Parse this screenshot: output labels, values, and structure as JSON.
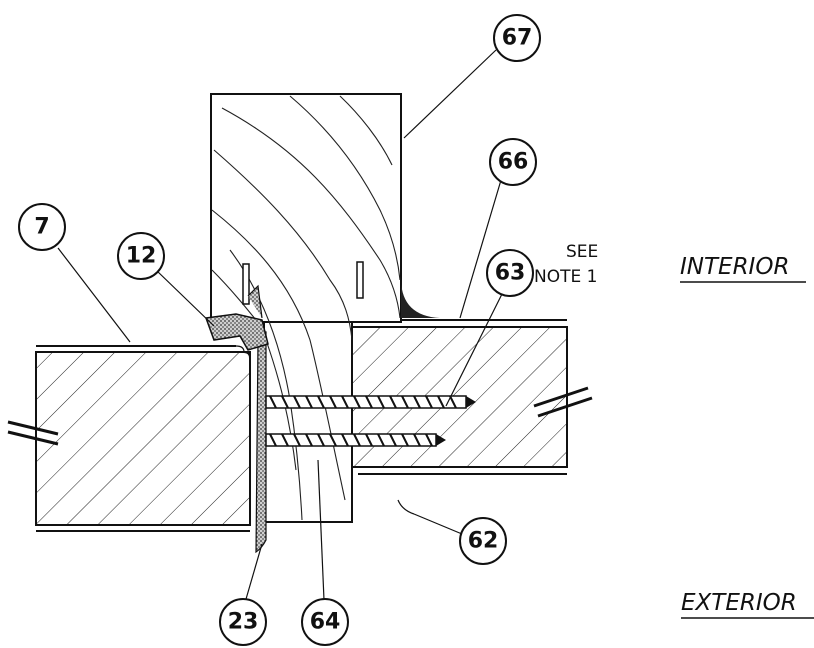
{
  "callouts": {
    "c67": "67",
    "c66": "66",
    "c7": "7",
    "c12": "12",
    "c63": "63",
    "c62": "62",
    "c23": "23",
    "c64": "64"
  },
  "note": {
    "line1": "SEE",
    "line2": "NOTE 1"
  },
  "labels": {
    "interior": "INTERIOR",
    "exterior": "EXTERIOR"
  }
}
